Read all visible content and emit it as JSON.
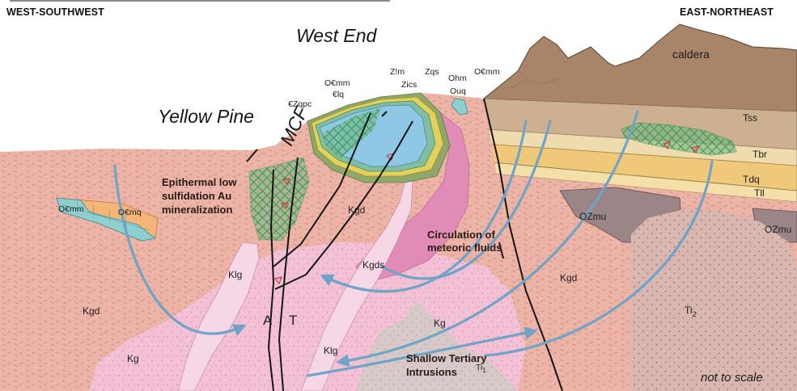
{
  "header": {
    "left": "WEST-SOUTHWEST",
    "right": "EAST-NORTHEAST"
  },
  "places": {
    "west_end": "West End",
    "yellow_pine": "Yellow Pine",
    "caldera": "caldera",
    "mcf": "MCF"
  },
  "annotations": {
    "epithermal": [
      "Epithermal low",
      "sulfidation Au",
      "mineralization"
    ],
    "circulation": [
      "Circulation of",
      "meteoric fluids"
    ],
    "shallow": [
      "Shallow Tertiary",
      "Intrusions"
    ],
    "scale": "not to scale"
  },
  "units": {
    "ocmm": "O€mm",
    "clq": "€lq",
    "czqpc": "€Zqpc",
    "zim": "Z!m",
    "zics": "Zics",
    "zqs": "Zqs",
    "ohm": "Ohm",
    "ouq": "Ouq",
    "ocmm2": "O€mm",
    "ocmm_left": "O€mm",
    "ocmq_left": "O€mq",
    "tss": "Tss",
    "tbr": "Tbr",
    "tdq": "Tdq",
    "tll": "Tll",
    "ozmu": "OZmu",
    "ozmu2": "OZmu",
    "kgd_left": "Kgd",
    "kgd_center": "Kgd",
    "kgd_right": "Kgd",
    "klg_left": "Klg",
    "klg_center": "Klg",
    "kg_left": "Kg",
    "kg_center": "Kg",
    "kgds": "Kgds",
    "ti2": "Ti",
    "ti2_sub": "2",
    "ti1": "Ti",
    "ti1_sub": "1",
    "fault_a": "A",
    "fault_t": "T"
  },
  "colors": {
    "granodiorite": "#ebb4a6",
    "granite": "#f3c1d6",
    "dike": "#f5d7e6",
    "tss": "#c9ab8a",
    "tbr": "#eedcaf",
    "tdq": "#f0c87a",
    "ozmu": "#9c8586",
    "ti2": "#d9b7b0",
    "caldera_brown": "#b08b6d",
    "arrow_blue": "#6fa4c6",
    "hatch_green": "#3e9a52"
  }
}
